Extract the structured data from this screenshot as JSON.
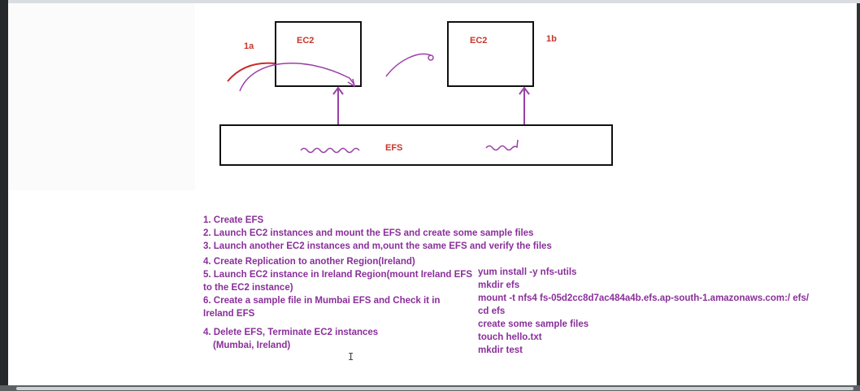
{
  "diagram": {
    "ec2_left_label": "EC2",
    "ec2_right_label": "EC2",
    "tag_left": "1a",
    "tag_right": "1b",
    "efs_label": "EFS"
  },
  "steps": [
    "1. Create EFS",
    "2. Launch EC2 instances and mount the EFS and create some sample files",
    "3. Launch another EC2 instances and m,ount the same EFS and verify the files",
    "4. Create Replication to another Region(Ireland)",
    "5. Launch EC2 instance in Ireland Region(mount Ireland EFS",
    "to the EC2 instance)",
    "6. Create a sample file in Mumbai EFS and Check it in",
    "Ireland EFS",
    "4. Delete EFS, Terminate EC2 instances",
    "(Mumbai, Ireland)"
  ],
  "commands": [
    "yum install -y nfs-utils",
    "mkdir efs",
    "mount -t nfs4 fs-05d2cc8d7ac484a4b.efs.ap-south-1.amazonaws.com:/ efs/",
    "cd efs",
    "create some sample files",
    "touch hello.txt",
    "mkdir test"
  ],
  "colors": {
    "label_red": "#c6352b",
    "text_purple": "#8a2f9a",
    "arrow_purple": "#9b3fa8"
  }
}
